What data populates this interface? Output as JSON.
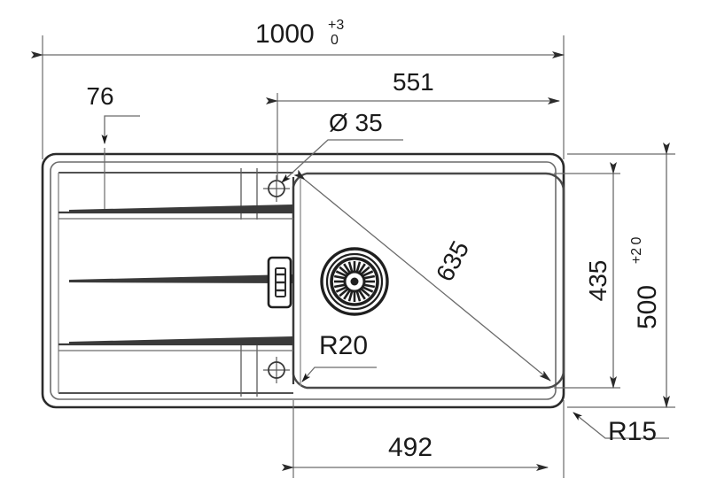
{
  "drawing": {
    "title": "Kitchen sink top-view technical drawing",
    "units": "mm",
    "line_color": "#555555",
    "outline_color": "#2b2b2b",
    "text_color": "#1a1a1a",
    "background": "#ffffff"
  },
  "dimensions": {
    "overall_width": {
      "value": "1000",
      "tol_upper": "+3",
      "tol_lower": "0",
      "name": "overall-width-dimension"
    },
    "overall_height": {
      "value": "500",
      "tol_upper": "+2",
      "tol_lower": "0",
      "name": "overall-height-dimension"
    },
    "bowl_offset_right": {
      "value": "551"
    },
    "bowl_width": {
      "value": "492"
    },
    "bowl_height": {
      "value": "435"
    },
    "edge_offset": {
      "value": "76"
    },
    "diagonal": {
      "value": "635"
    },
    "tap_hole": {
      "value": "Ø 35"
    },
    "bowl_radius": {
      "value": "R20"
    },
    "outer_radius": {
      "value": "R15"
    }
  },
  "features": {
    "drain_strainer": "drain-strainer",
    "overflow": "overflow-slot",
    "tap_hole_top": "tap-hole-marker-top",
    "tap_hole_bottom": "tap-hole-marker-bottom",
    "drain_grooves": 3
  }
}
